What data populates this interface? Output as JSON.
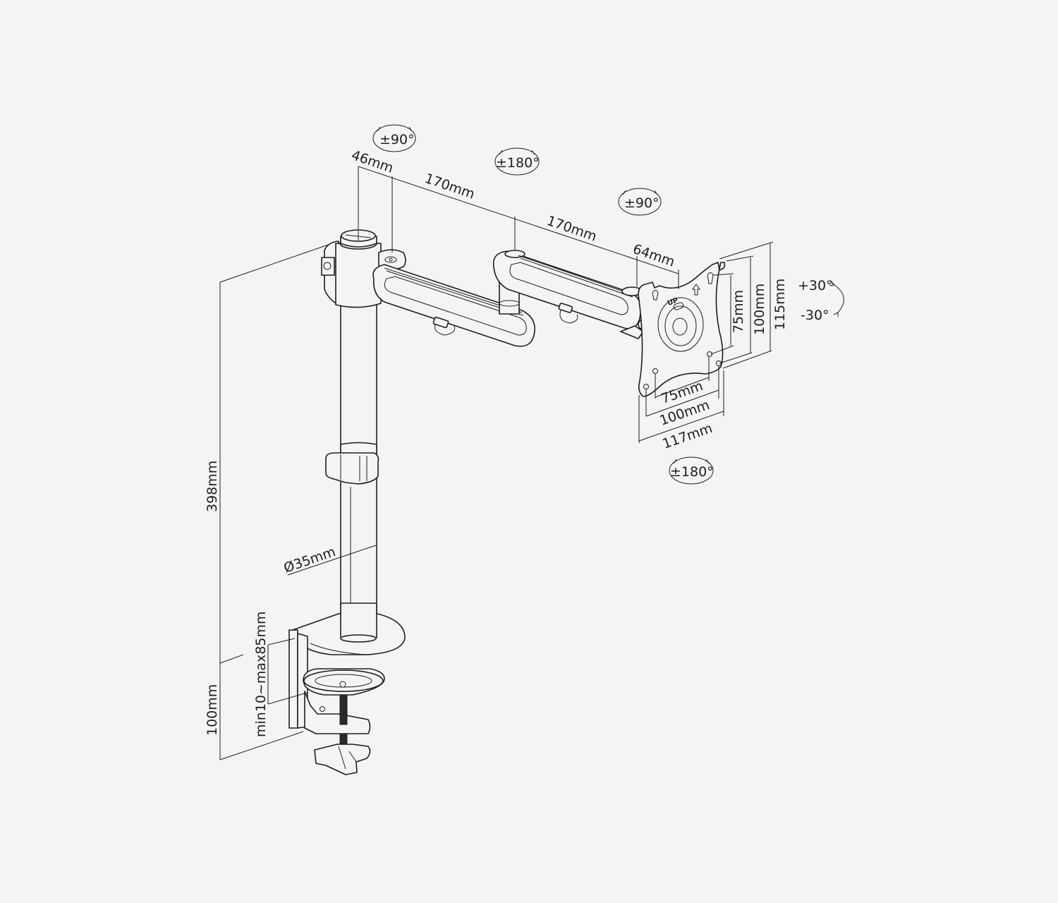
{
  "diagram": {
    "subject": "Single monitor desk arm with clamp mount",
    "background_color": "#f4f4f4",
    "line_color": "#1e1e1e",
    "dimensions": {
      "pole_offset": "46mm",
      "arm_1_length": "170mm",
      "arm_2_length": "170mm",
      "head_offset": "64mm",
      "vesa_h_small": "75mm",
      "vesa_h_large": "100mm",
      "plate_width": "117mm",
      "vesa_v_small": "75mm",
      "vesa_v_large": "100mm",
      "plate_height": "115mm",
      "pole_height": "398mm",
      "pole_diameter": "Ø35mm",
      "clamp_height": "100mm",
      "desk_thickness": "min10~max85mm"
    },
    "rotations": {
      "arm_1_swivel": "±90°",
      "arm_2_swivel": "±180°",
      "head_swivel": "±90°",
      "plate_rotation": "±180°",
      "tilt_up": "+30°",
      "tilt_down": "-30°"
    }
  }
}
